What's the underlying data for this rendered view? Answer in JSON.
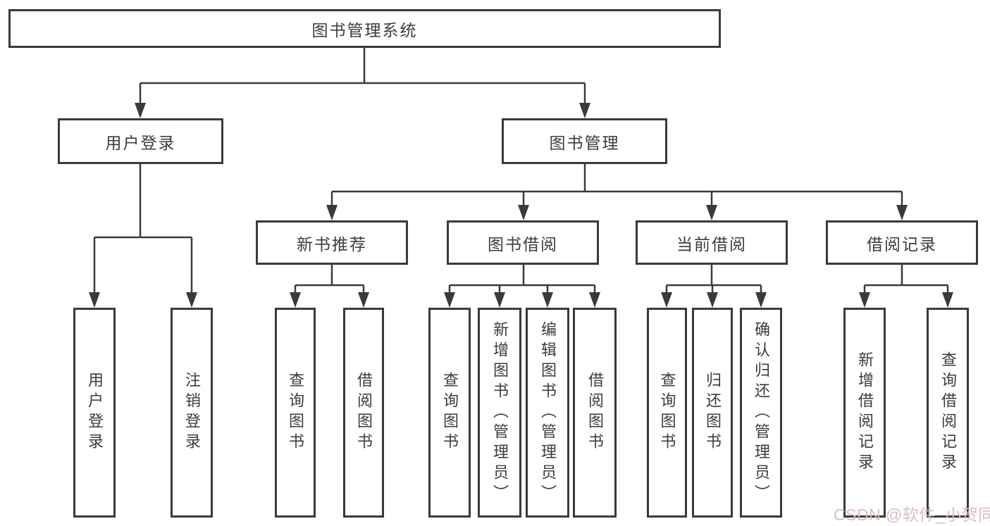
{
  "colors": {
    "line": "#3a3a3a",
    "text": "#3c3c3c",
    "background": "#ffffff",
    "watermark": "#ddbcbc"
  },
  "watermark": {
    "text": "CSDN @软件_小贺同学"
  },
  "tree": {
    "root": {
      "label": "图书管理系统",
      "children": [
        {
          "label": "用户登录",
          "children": [
            {
              "label": "用户登录"
            },
            {
              "label": "注销登录"
            }
          ]
        },
        {
          "label": "图书管理",
          "children": [
            {
              "label": "新书推荐",
              "children": [
                {
                  "label": "查询图书"
                },
                {
                  "label": "借阅图书"
                }
              ]
            },
            {
              "label": "图书借阅",
              "children": [
                {
                  "label": "查询图书"
                },
                {
                  "label": "新增图书（管理员）"
                },
                {
                  "label": "编辑图书（管理员）"
                },
                {
                  "label": "借阅图书"
                }
              ]
            },
            {
              "label": "当前借阅",
              "children": [
                {
                  "label": "查询图书"
                },
                {
                  "label": "归还图书"
                },
                {
                  "label": "确认归还（管理员）"
                }
              ]
            },
            {
              "label": "借阅记录",
              "children": [
                {
                  "label": "新增借阅记录"
                },
                {
                  "label": "查询借阅记录"
                }
              ]
            }
          ]
        }
      ]
    }
  }
}
